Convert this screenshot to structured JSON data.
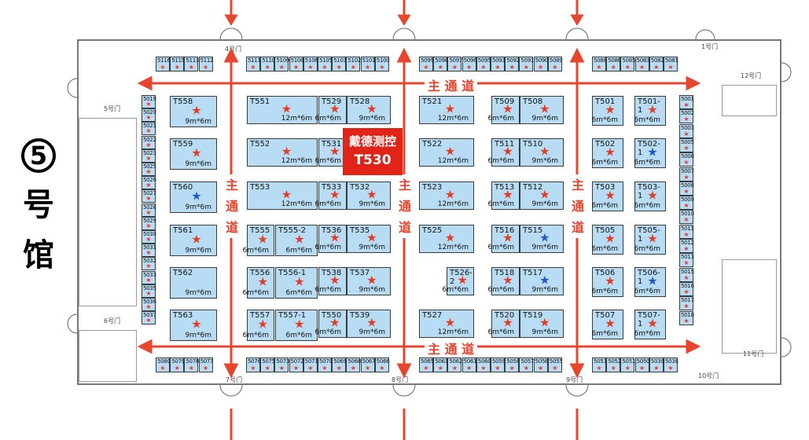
{
  "hall": {
    "number": "5",
    "chars": [
      "号",
      "馆"
    ]
  },
  "highlight": {
    "company": "戴德测控",
    "booth": "T530",
    "color": "#e02418"
  },
  "aisle_label": "主 通 道",
  "aisle_vertical_chars": [
    "主",
    "通",
    "道"
  ],
  "gates": {
    "top": [
      "4号门",
      "1号门"
    ],
    "left": [
      "5号门",
      "6号门"
    ],
    "right": [
      "12号门",
      "11号门"
    ],
    "bottom": [
      "7号门",
      "8号门",
      "9号门",
      "10号门"
    ]
  },
  "booths": [
    {
      "code": "T558",
      "size": "9m*6m",
      "star": "red"
    },
    {
      "code": "T559",
      "size": "9m*6m",
      "star": "red"
    },
    {
      "code": "T560",
      "size": "9m*6m",
      "star": "blue"
    },
    {
      "code": "T561",
      "size": "9m*6m",
      "star": "red"
    },
    {
      "code": "T562",
      "size": "9m*6m",
      "star": "none"
    },
    {
      "code": "T563",
      "size": "9m*6m",
      "star": "red"
    },
    {
      "code": "T551",
      "size": "12m*6m",
      "star": "red"
    },
    {
      "code": "T552",
      "size": "12m*6m",
      "star": "red"
    },
    {
      "code": "T553",
      "size": "12m*6m",
      "star": "red"
    },
    {
      "code": "T555",
      "size": "6m*6m",
      "star": "red"
    },
    {
      "code": "T555-2",
      "size": "6m*6m",
      "star": "red"
    },
    {
      "code": "T556",
      "size": "6m*6m",
      "star": "red"
    },
    {
      "code": "T556-1",
      "size": "6m*6m",
      "star": "red"
    },
    {
      "code": "T557",
      "size": "6m*6m",
      "star": "red"
    },
    {
      "code": "T557-1",
      "size": "6m*6m",
      "star": "red"
    },
    {
      "code": "T529",
      "size": "6m*6m",
      "star": "red"
    },
    {
      "code": "T528",
      "size": "9m*6m",
      "star": "red"
    },
    {
      "code": "T531",
      "size": "6m*6m",
      "star": "red"
    },
    {
      "code": "T533",
      "size": "6m*6m",
      "star": "red"
    },
    {
      "code": "T532",
      "size": "9m*6m",
      "star": "red"
    },
    {
      "code": "T536",
      "size": "6m*6m",
      "star": "red"
    },
    {
      "code": "T535",
      "size": "9m*6m",
      "star": "red"
    },
    {
      "code": "T538",
      "size": "6m*6m",
      "star": "red"
    },
    {
      "code": "T537",
      "size": "9m*6m",
      "star": "red"
    },
    {
      "code": "T550",
      "size": "6m*6m",
      "star": "red"
    },
    {
      "code": "T539",
      "size": "9m*6m",
      "star": "red"
    },
    {
      "code": "T521",
      "size": "12m*6m",
      "star": "red"
    },
    {
      "code": "T522",
      "size": "12m*6m",
      "star": "red"
    },
    {
      "code": "T523",
      "size": "12m*6m",
      "star": "red"
    },
    {
      "code": "T525",
      "size": "12m*6m",
      "star": "red"
    },
    {
      "code": "T526-2",
      "size": "6m*6m",
      "star": "red"
    },
    {
      "code": "T527",
      "size": "12m*6m",
      "star": "red"
    },
    {
      "code": "T509",
      "size": "6m*6m",
      "star": "red"
    },
    {
      "code": "T508",
      "size": "9m*6m",
      "star": "red"
    },
    {
      "code": "T511",
      "size": "6m*6m",
      "star": "red"
    },
    {
      "code": "T510",
      "size": "9m*6m",
      "star": "red"
    },
    {
      "code": "T513",
      "size": "6m*6m",
      "star": "red"
    },
    {
      "code": "T512",
      "size": "9m*6m",
      "star": "red"
    },
    {
      "code": "T516",
      "size": "6m*6m",
      "star": "red"
    },
    {
      "code": "T515",
      "size": "9m*6m",
      "star": "blue"
    },
    {
      "code": "T518",
      "size": "6m*6m",
      "star": "red"
    },
    {
      "code": "T517",
      "size": "9m*6m",
      "star": "blue"
    },
    {
      "code": "T520",
      "size": "6m*6m",
      "star": "red"
    },
    {
      "code": "T519",
      "size": "9m*6m",
      "star": "red"
    },
    {
      "code": "T501",
      "size": "6m*6m",
      "star": "red"
    },
    {
      "code": "T501-1",
      "size": "6m*6m",
      "star": "red"
    },
    {
      "code": "T502",
      "size": "6m*6m",
      "star": "red"
    },
    {
      "code": "T502-1",
      "size": "6m*6m",
      "star": "blue"
    },
    {
      "code": "T503",
      "size": "6m*6m",
      "star": "red"
    },
    {
      "code": "T503-1",
      "size": "6m*6m",
      "star": "red"
    },
    {
      "code": "T505",
      "size": "6m*6m",
      "star": "red"
    },
    {
      "code": "T505-1",
      "size": "6m*6m",
      "star": "red"
    },
    {
      "code": "T506",
      "size": "6m*6m",
      "star": "red"
    },
    {
      "code": "T506-1",
      "size": "6m*6m",
      "star": "blue"
    },
    {
      "code": "T507",
      "size": "6m*6m",
      "star": "red"
    },
    {
      "code": "T507-1",
      "size": "6m*6m",
      "star": "red"
    }
  ],
  "top_strip": [
    "5116",
    "5115",
    "5113",
    "5112",
    "5111",
    "5110",
    "5109",
    "5108",
    "5106",
    "5105",
    "5103",
    "5102",
    "5101",
    "5100",
    "5099",
    "5098",
    "5097",
    "5096",
    "5095",
    "5093",
    "5092",
    "5091",
    "5090",
    "5089",
    "5088",
    "5086",
    "5085",
    "5083",
    "5082",
    "5081"
  ],
  "bottom_strip": [
    "5080",
    "5079",
    "5078",
    "5077",
    "5076",
    "5075",
    "5073",
    "5072",
    "5071",
    "5070",
    "5069",
    "5068",
    "5067",
    "5066",
    "5065",
    "5063",
    "5062",
    "5061",
    "5060",
    "5059",
    "5058",
    "5057",
    "5056",
    "5055",
    "5053",
    "5052",
    "5051",
    "5050",
    "5039",
    "5038"
  ],
  "left_strip": [
    "5019",
    "5020",
    "5021",
    "5022",
    "5023",
    "5025",
    "5026",
    "5027",
    "5028",
    "5029",
    "5030",
    "5031",
    "5032",
    "5033",
    "5035",
    "5036",
    "5037"
  ],
  "right_strip": [
    "5001",
    "5002",
    "5003",
    "5005",
    "5006",
    "5007",
    "5008",
    "5009",
    "5010",
    "5011",
    "5012",
    "5013",
    "5015",
    "5016",
    "5017",
    "5018"
  ]
}
